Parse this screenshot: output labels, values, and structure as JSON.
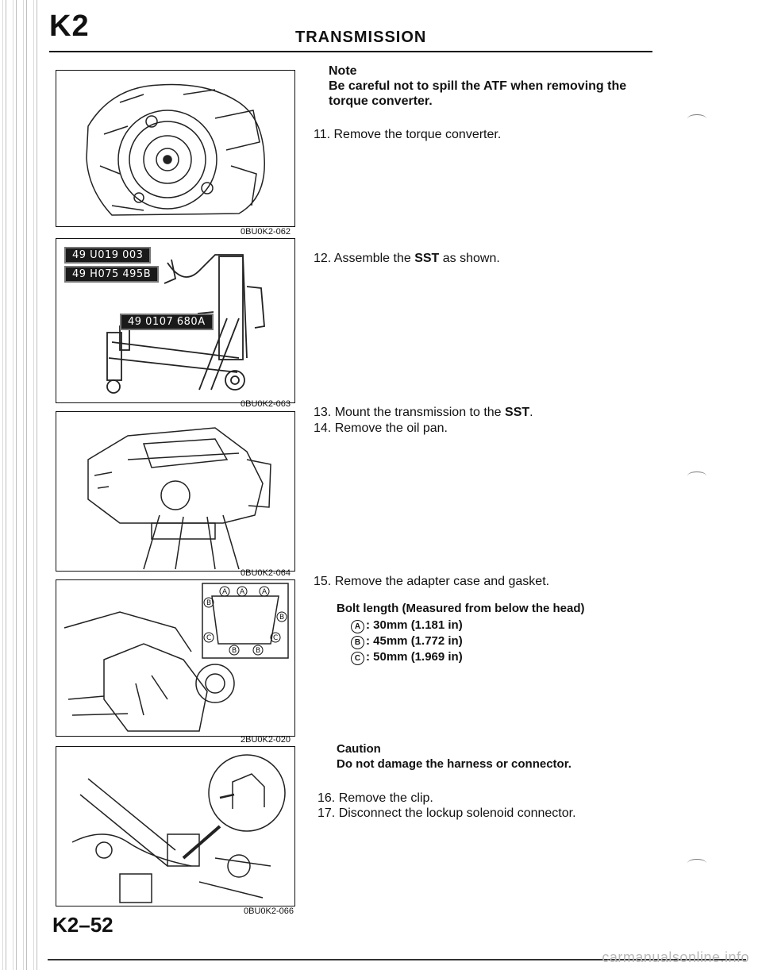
{
  "header": {
    "section_code": "K2",
    "title": "TRANSMISSION"
  },
  "footer": {
    "page_number": "K2–52",
    "watermark": "carmanualsonline.info"
  },
  "figures": [
    {
      "code": "0BU0K2-062"
    },
    {
      "code": "0BU0K2-063",
      "labels": [
        "49 U019 003",
        "49 H075 495B",
        "49 0107 680A"
      ]
    },
    {
      "code": "0BU0K2-064"
    },
    {
      "code": "2BU0K2-020",
      "markers": [
        "A",
        "B",
        "C"
      ]
    },
    {
      "code": "0BU0K2-066"
    }
  ],
  "note": {
    "heading": "Note",
    "line1": "Be careful not to spill the ATF when removing the",
    "line2": "torque converter."
  },
  "steps": {
    "s11": "11. Remove the torque converter.",
    "s12_pre": "12. Assemble the ",
    "s12_bold": "SST",
    "s12_post": " as shown.",
    "s13_pre": "13. Mount the transmission to the ",
    "s13_bold": "SST",
    "s13_post": ".",
    "s14": "14. Remove the oil pan.",
    "s15": "15. Remove the adapter case and gasket.",
    "s16": "16. Remove the clip.",
    "s17": "17. Disconnect the lockup solenoid connector."
  },
  "bolt_length": {
    "heading": "Bolt length (Measured from below the head)",
    "items": [
      {
        "marker": "A",
        "text": ": 30mm (1.181 in)"
      },
      {
        "marker": "B",
        "text": ": 45mm (1.772 in)"
      },
      {
        "marker": "C",
        "text": ": 50mm (1.969 in)"
      }
    ]
  },
  "caution": {
    "heading": "Caution",
    "text": "Do not damage the harness or connector."
  }
}
